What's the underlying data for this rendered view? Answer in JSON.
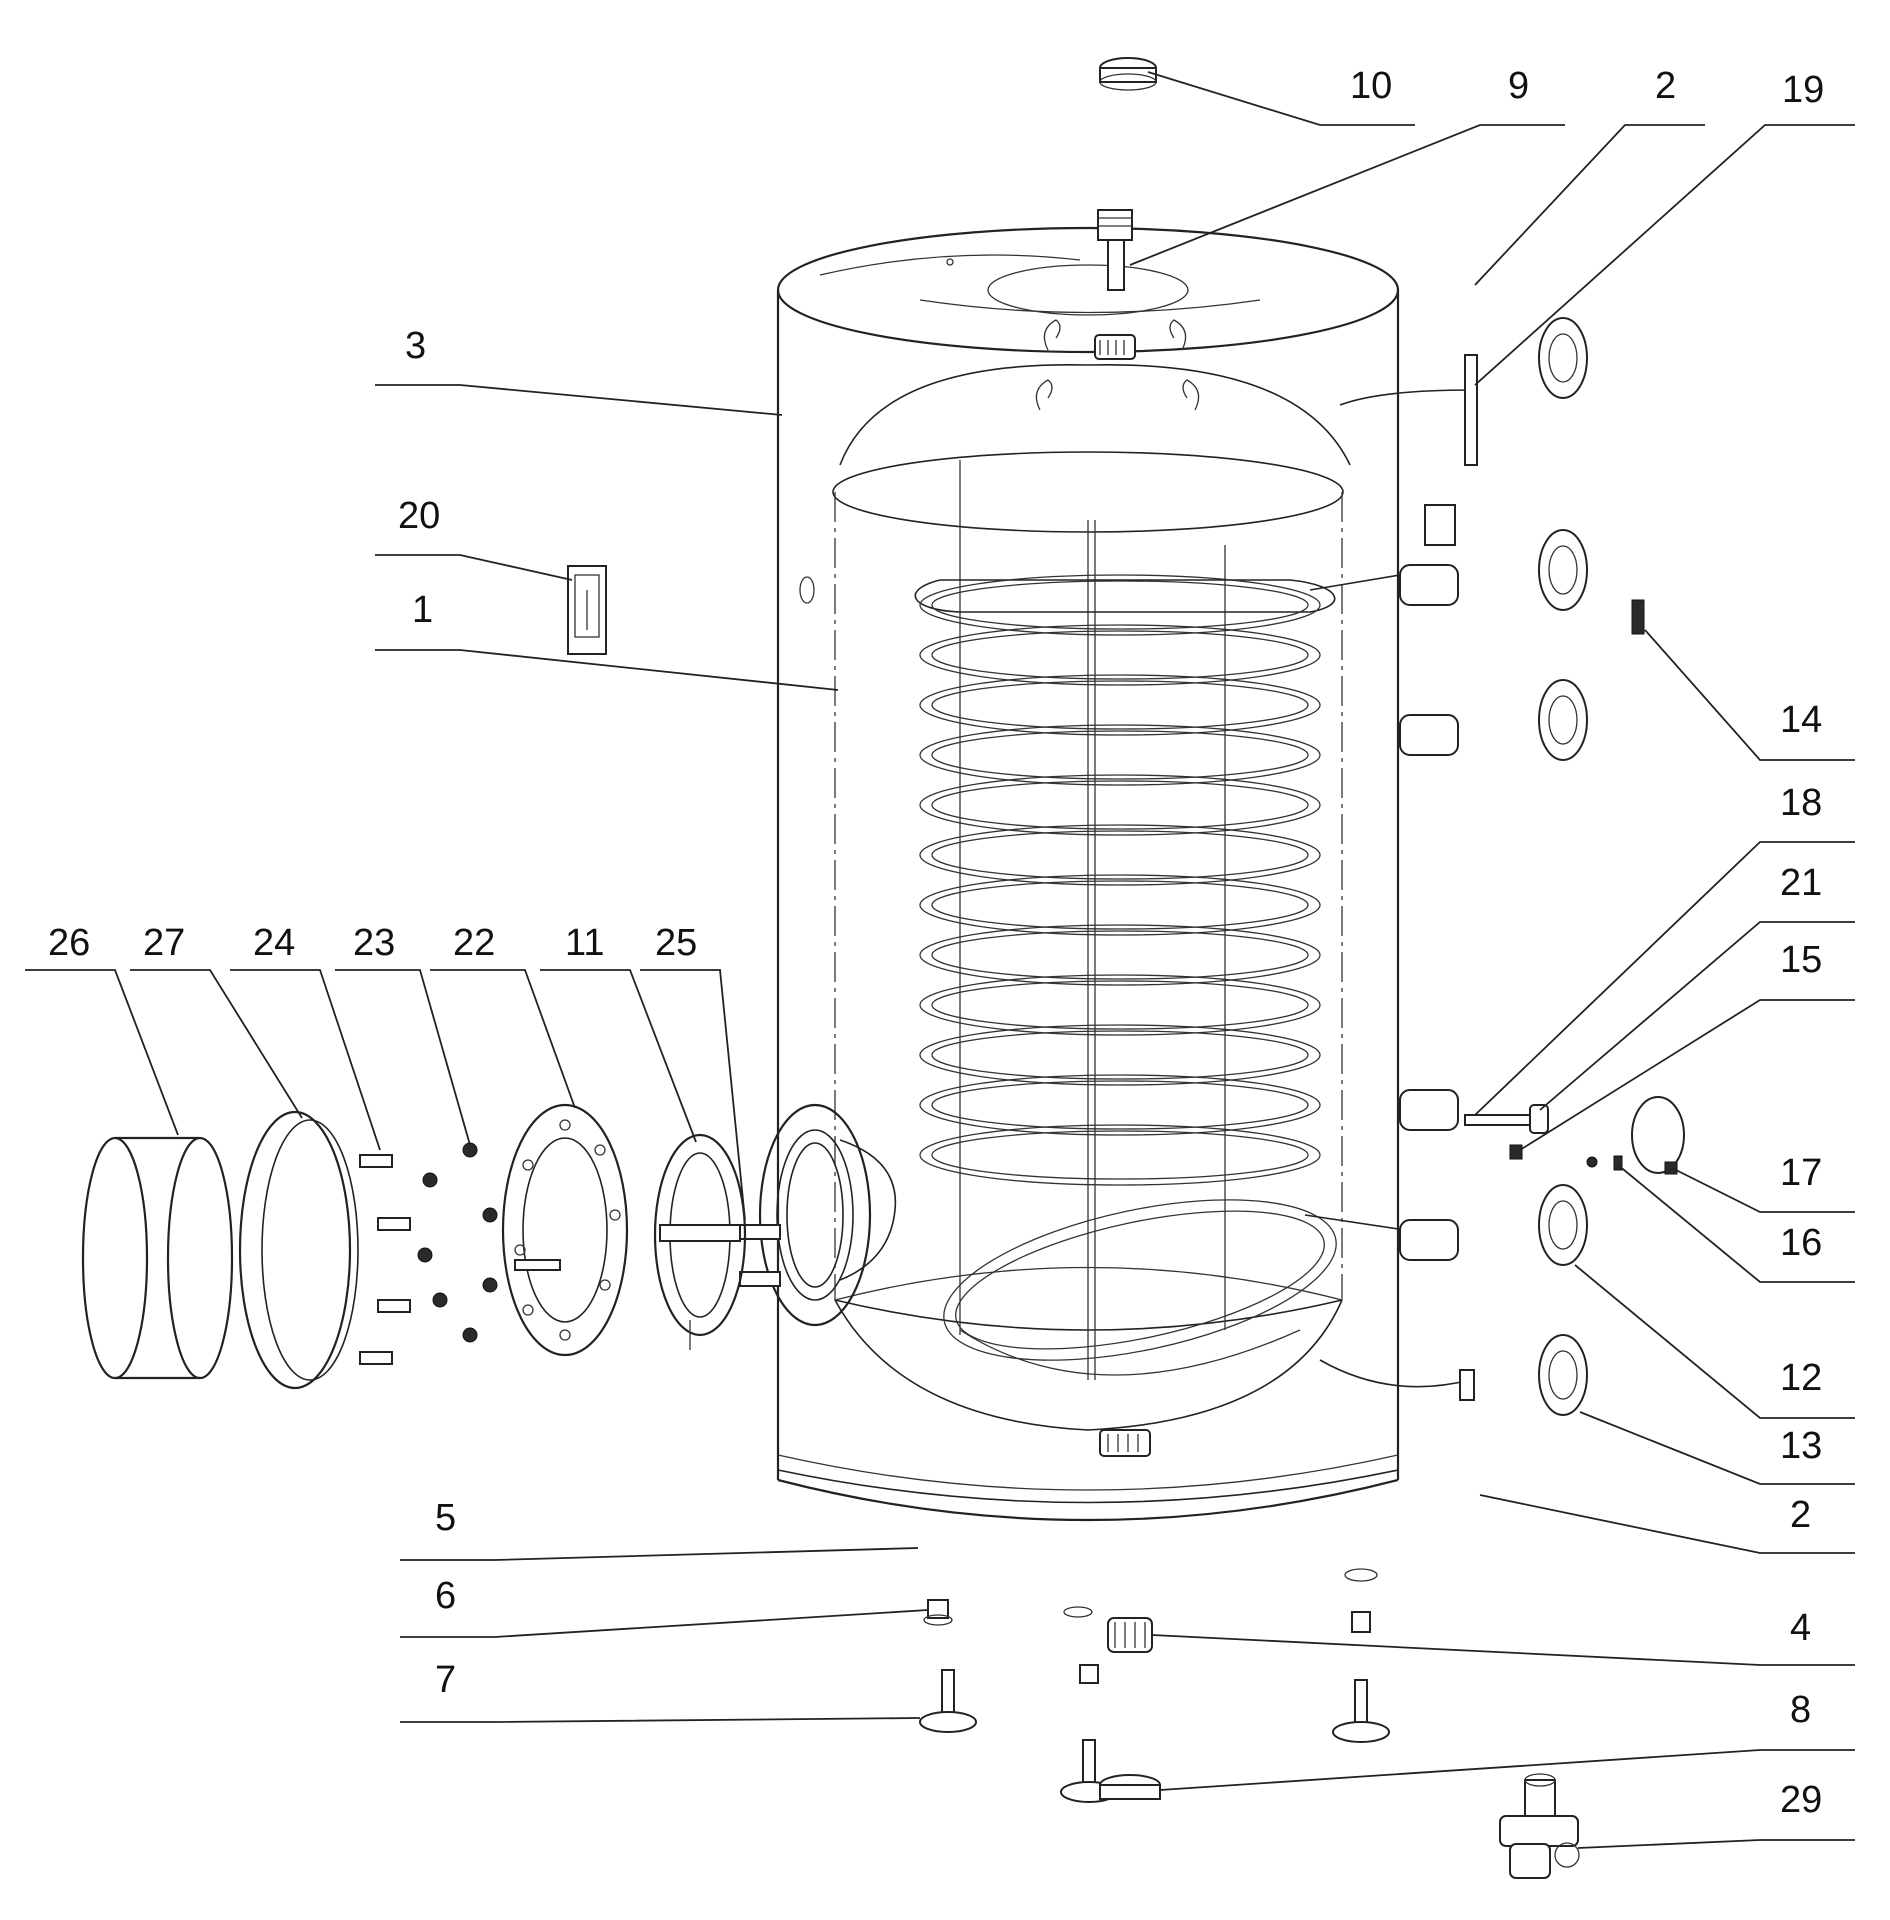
{
  "callouts": [
    {
      "id": "10",
      "text": "10"
    },
    {
      "id": "9",
      "text": "9"
    },
    {
      "id": "2a",
      "text": "2"
    },
    {
      "id": "19",
      "text": "19"
    },
    {
      "id": "3",
      "text": "3"
    },
    {
      "id": "20",
      "text": "20"
    },
    {
      "id": "1",
      "text": "1"
    },
    {
      "id": "14",
      "text": "14"
    },
    {
      "id": "18",
      "text": "18"
    },
    {
      "id": "21",
      "text": "21"
    },
    {
      "id": "15",
      "text": "15"
    },
    {
      "id": "17",
      "text": "17"
    },
    {
      "id": "16",
      "text": "16"
    },
    {
      "id": "12",
      "text": "12"
    },
    {
      "id": "13",
      "text": "13"
    },
    {
      "id": "2b",
      "text": "2"
    },
    {
      "id": "26",
      "text": "26"
    },
    {
      "id": "27",
      "text": "27"
    },
    {
      "id": "24",
      "text": "24"
    },
    {
      "id": "23",
      "text": "23"
    },
    {
      "id": "22",
      "text": "22"
    },
    {
      "id": "11",
      "text": "11"
    },
    {
      "id": "25",
      "text": "25"
    },
    {
      "id": "5",
      "text": "5"
    },
    {
      "id": "6",
      "text": "6"
    },
    {
      "id": "4",
      "text": "4"
    },
    {
      "id": "7",
      "text": "7"
    },
    {
      "id": "8",
      "text": "8"
    },
    {
      "id": "29",
      "text": "29"
    }
  ]
}
